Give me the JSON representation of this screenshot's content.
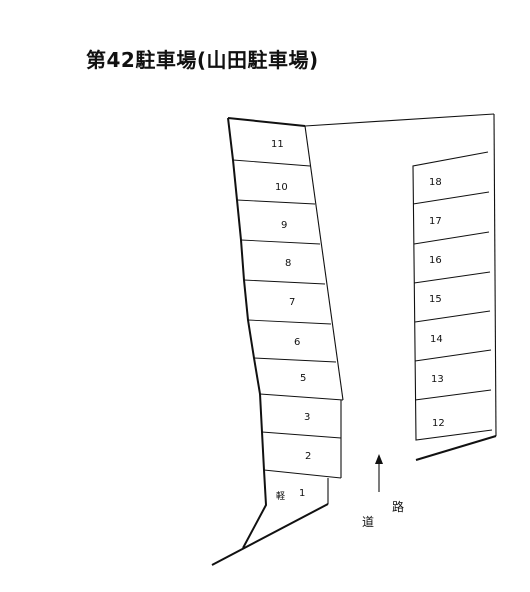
{
  "title": "第42駐車場(山田駐車場)",
  "road_label_a": "路",
  "road_label_b": "道",
  "slot_1_prefix": "軽",
  "slots": {
    "s1": "1",
    "s2": "2",
    "s3": "3",
    "s5": "5",
    "s6": "6",
    "s7": "7",
    "s8": "8",
    "s9": "9",
    "s10": "10",
    "s11": "11",
    "s12": "12",
    "s13": "13",
    "s14": "14",
    "s15": "15",
    "s16": "16",
    "s17": "17",
    "s18": "18"
  }
}
